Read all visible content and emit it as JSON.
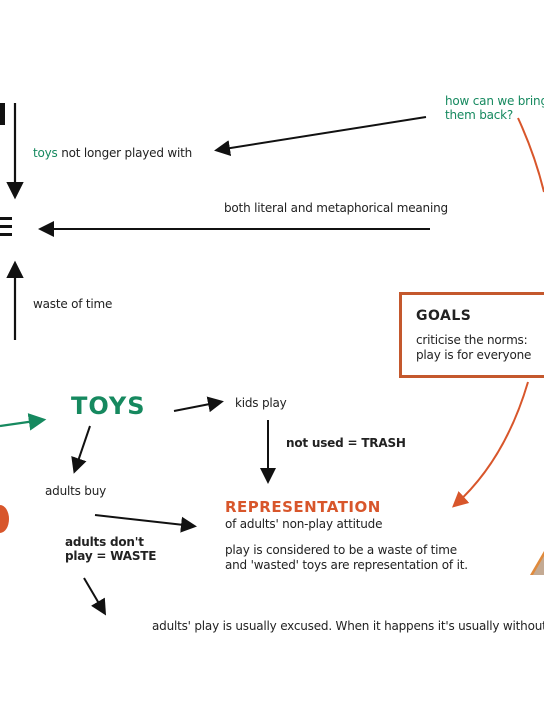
{
  "colors": {
    "green": "#16895f",
    "orange": "#d8562b",
    "ink": "#222222"
  },
  "question": {
    "line1": "how can we bring",
    "line2": "them back?"
  },
  "toys_not_played": {
    "keyword": "toys",
    "rest": "not longer played with"
  },
  "meaning": "both literal and metaphorical meaning",
  "waste_of_time": "waste of time",
  "goals": {
    "title": "GOALS",
    "line1": "criticise the norms:",
    "line2": "play is for everyone"
  },
  "toys_title": "TOYS",
  "kids_play": "kids play",
  "not_used": "not used = TRASH",
  "adults_buy": "adults buy",
  "adults_dont": {
    "line1": "adults don't",
    "line2": "play = WASTE"
  },
  "representation": {
    "title": "REPRESENTATION",
    "sub": "of adults' non-play attitude",
    "line1": "play is considered to be a waste of time",
    "line2": "and 'wasted' toys are representation of it."
  },
  "excused": "adults' play is usually excused. When it happens it's usually without"
}
